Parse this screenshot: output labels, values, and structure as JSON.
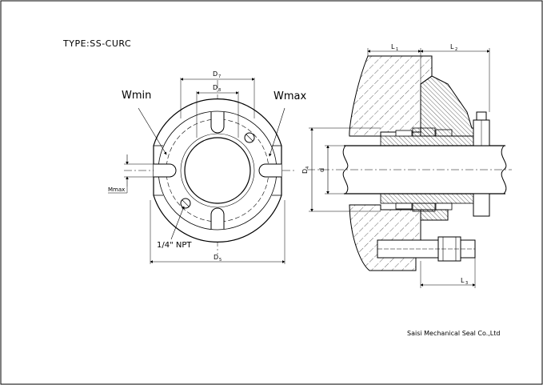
{
  "title": "TYPE:SS-CURC",
  "company": "Saisi Mechanical Seal Co.,Ltd",
  "labels": {
    "wmin": "Wmin",
    "wmax": "Wmax",
    "mmax": "Mmax",
    "npt": "1/4\" NPT",
    "d7": "D",
    "d7_sub": "7",
    "d8": "D",
    "d8_sub": "8",
    "d5": "D",
    "d5_sub": "5",
    "d4": "D",
    "d4_sub": "4",
    "d": "d",
    "l1": "L",
    "l1_sub": "1",
    "l2": "L",
    "l2_sub": "2",
    "l3": "L",
    "l3_sub": "3"
  }
}
